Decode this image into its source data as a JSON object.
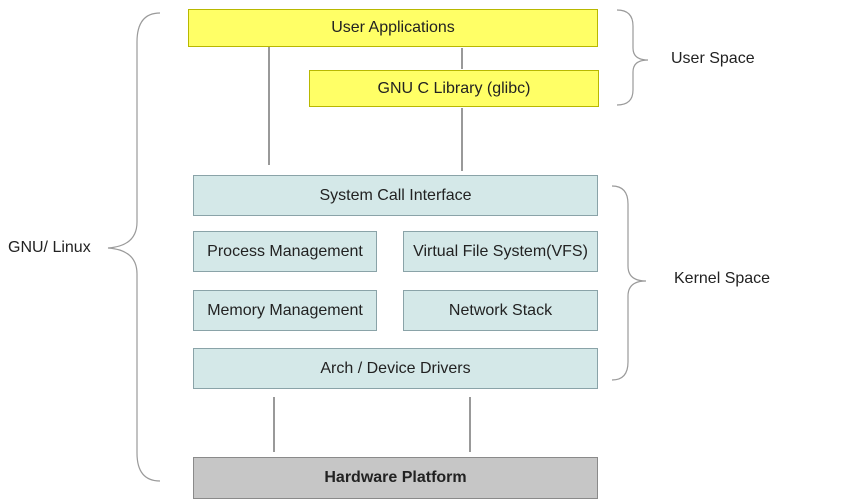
{
  "layers": {
    "user_applications": "User Applications",
    "glibc": "GNU C Library (glibc)",
    "system_call_interface": "System Call Interface",
    "process_management": "Process Management",
    "virtual_file_system": "Virtual File System(VFS)",
    "memory_management": "Memory Management",
    "network_stack": "Network Stack",
    "arch_device_drivers": "Arch / Device Drivers",
    "hardware_platform": "Hardware Platform"
  },
  "groups": {
    "user_space": "User Space",
    "kernel_space": "Kernel Space",
    "gnu_linux": "GNU/ Linux"
  },
  "colors": {
    "user_layer": "#ffff66",
    "kernel_layer": "#d4e8e8",
    "hardware_layer": "#c6c6c6"
  }
}
